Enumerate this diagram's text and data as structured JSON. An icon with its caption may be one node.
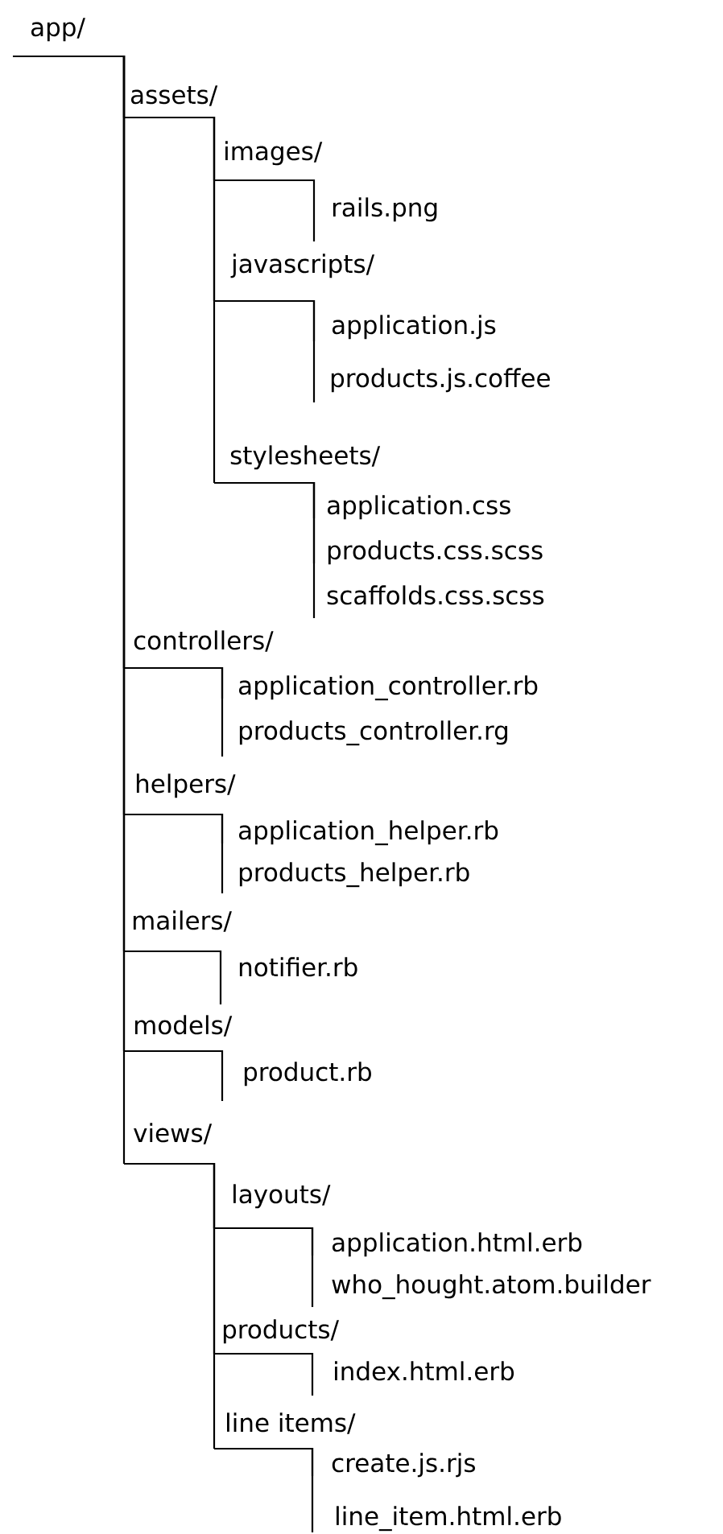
{
  "diagram": {
    "nodes": [
      {
        "text": [
          "app/"
        ]
      },
      {
        "text": [
          "assets/"
        ]
      },
      {
        "text": [
          "images/"
        ]
      },
      {
        "text": [
          "rails.png"
        ]
      },
      {
        "text": [
          "javascripts/"
        ]
      },
      {
        "text": [
          "application.js"
        ]
      },
      {
        "text": [
          "products.js.coffee"
        ]
      },
      {
        "text": [
          "stylesheets/"
        ]
      },
      {
        "text": [
          "application.css"
        ]
      },
      {
        "text": [
          "products.css.scss"
        ]
      },
      {
        "text": [
          "scaffolds.css.scss"
        ]
      },
      {
        "text": [
          "controllers/"
        ]
      },
      {
        "text": [
          "application_controller.rb"
        ]
      },
      {
        "text": [
          "products_controller.rg"
        ]
      },
      {
        "text": [
          "helpers/"
        ]
      },
      {
        "text": [
          "application_helper.rb"
        ]
      },
      {
        "text": [
          "products_helper.rb"
        ]
      },
      {
        "text": [
          "mailers/"
        ]
      },
      {
        "text": [
          "notifier.rb"
        ]
      },
      {
        "text": [
          "models/"
        ]
      },
      {
        "text": [
          "product.rb"
        ]
      },
      {
        "text": [
          "views/"
        ]
      },
      {
        "text": [
          "layouts/"
        ]
      },
      {
        "text": [
          "application.html.erb"
        ]
      },
      {
        "text": [
          "who_hought.atom.builder"
        ]
      },
      {
        "text": [
          "products/"
        ]
      },
      {
        "text": [
          "index.html.erb"
        ]
      },
      {
        "text": [
          "line items/"
        ]
      },
      {
        "text": [
          "create.js.rjs"
        ]
      },
      {
        "text": [
          "line_item.html.erb"
        ]
      }
    ],
    "edges": [
      {
        "from": 0,
        "to": 1,
        "arrow": "none"
      },
      {
        "from": 1,
        "to": 2,
        "arrow": "none"
      },
      {
        "from": 2,
        "to": 3,
        "arrow": "none"
      },
      {
        "from": 1,
        "to": 4,
        "arrow": "none"
      },
      {
        "from": 4,
        "to": 5,
        "arrow": "none"
      },
      {
        "from": 4,
        "to": 6,
        "arrow": "none"
      },
      {
        "from": 1,
        "to": 7,
        "arrow": "none"
      },
      {
        "from": 7,
        "to": 8,
        "arrow": "none"
      },
      {
        "from": 7,
        "to": 9,
        "arrow": "none"
      },
      {
        "from": 7,
        "to": 10,
        "arrow": "none"
      },
      {
        "from": 0,
        "to": 11,
        "arrow": "none"
      },
      {
        "from": 11,
        "to": 12,
        "arrow": "none"
      },
      {
        "from": 11,
        "to": 13,
        "arrow": "none"
      },
      {
        "from": 0,
        "to": 14,
        "arrow": "none"
      },
      {
        "from": 14,
        "to": 15,
        "arrow": "none"
      },
      {
        "from": 14,
        "to": 16,
        "arrow": "none"
      },
      {
        "from": 0,
        "to": 17,
        "arrow": "none"
      },
      {
        "from": 17,
        "to": 18,
        "arrow": "none"
      },
      {
        "from": 0,
        "to": 19,
        "arrow": "none"
      },
      {
        "from": 19,
        "to": 20,
        "arrow": "none"
      },
      {
        "from": 0,
        "to": 21,
        "arrow": "none"
      },
      {
        "from": 21,
        "to": 22,
        "arrow": "none"
      },
      {
        "from": 22,
        "to": 23,
        "arrow": "none"
      },
      {
        "from": 22,
        "to": 24,
        "arrow": "none"
      },
      {
        "from": 21,
        "to": 25,
        "arrow": "none"
      },
      {
        "from": 25,
        "to": 26,
        "arrow": "none"
      },
      {
        "from": 21,
        "to": 27,
        "arrow": "none"
      },
      {
        "from": 27,
        "to": 28,
        "arrow": "none"
      },
      {
        "from": 27,
        "to": 29,
        "arrow": "none"
      }
    ]
  }
}
